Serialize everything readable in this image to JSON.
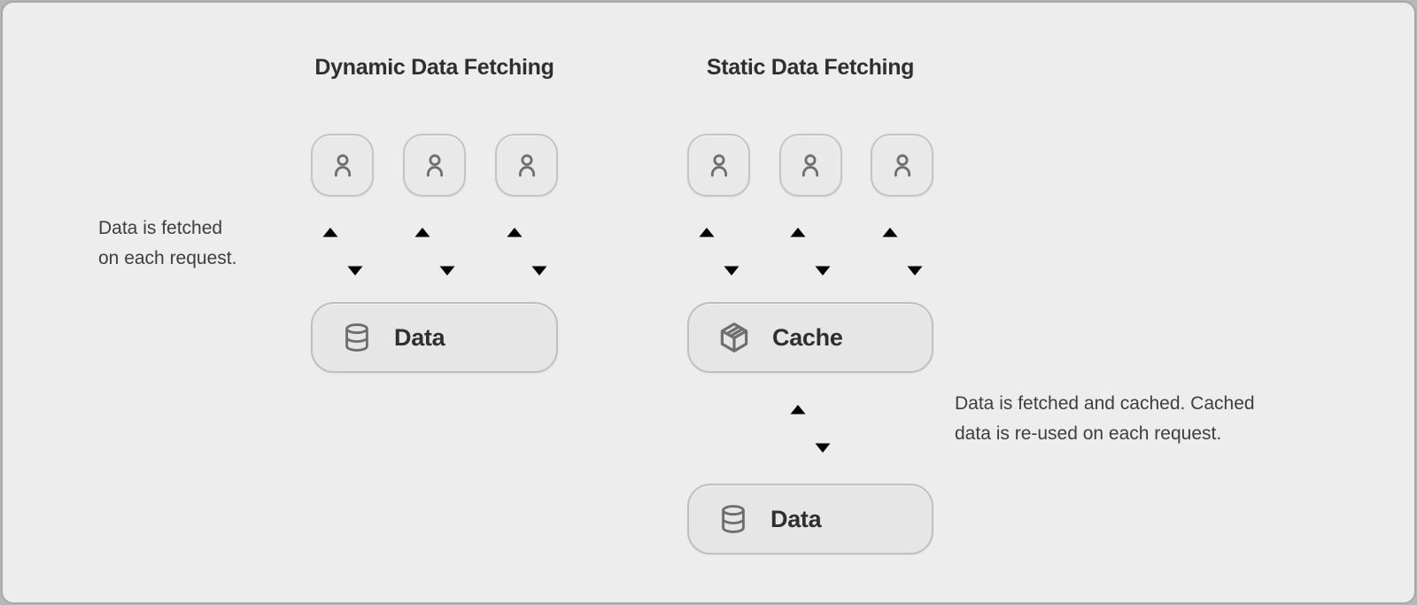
{
  "dynamic": {
    "title": "Dynamic Data Fetching",
    "data_box_label": "Data",
    "user_count": 3
  },
  "static": {
    "title": "Static Data Fetching",
    "cache_box_label": "Cache",
    "data_box_label": "Data",
    "user_count": 3
  },
  "captions": {
    "dynamic_line1": "Data is fetched",
    "dynamic_line2": "on each request.",
    "static_line1": "Data is fetched and cached. Cached",
    "static_line2": "data is re-used on each request."
  },
  "icons": {
    "user": "user-icon",
    "database": "database-icon",
    "cache": "package-icon",
    "request_flow": "up-down-arrows-icon"
  },
  "colors": {
    "panel_bg": "#EDEDED",
    "panel_border": "#A8A8A8",
    "arrow_active": "#F7930E",
    "arrow_inactive": "#BFBFBF",
    "icon_stroke": "#6E6E6E",
    "title_color": "#2F2F2F",
    "caption_color": "#3E3E3E"
  }
}
